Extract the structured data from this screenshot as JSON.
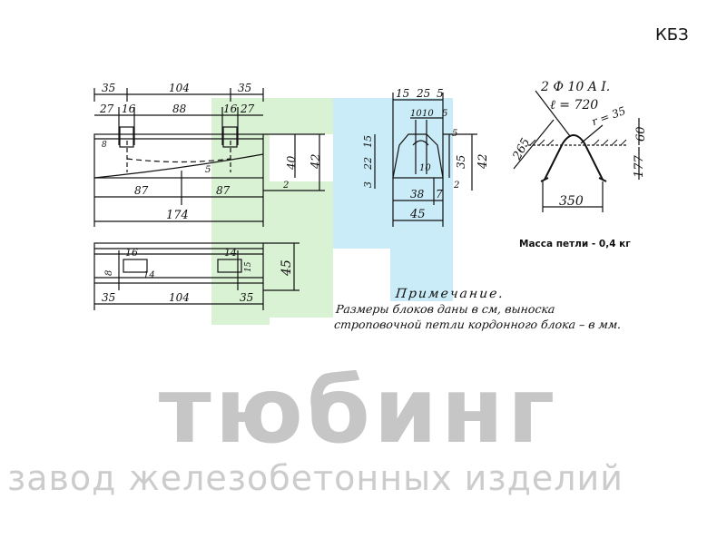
{
  "product_code": "КБЗ",
  "top_view": {
    "dims_top": [
      "35",
      "104",
      "35"
    ],
    "dims_second": [
      "27",
      "16",
      "88",
      "16",
      "27"
    ],
    "dims_bottom": [
      "87",
      "87"
    ],
    "dim_total": "174",
    "dims_right": [
      "40",
      "42"
    ],
    "label_2": "2",
    "label_8": "8",
    "label_5": "5"
  },
  "side_view": {
    "dims_top": [
      "15",
      "25",
      "5"
    ],
    "dims_second": [
      "10",
      "10",
      "5"
    ],
    "dims_left": [
      "3",
      "22",
      "15"
    ],
    "dims_right": [
      "35",
      "42",
      "5"
    ],
    "dims_bottom": [
      "38",
      "7"
    ],
    "dim_total": "45",
    "label_10": "10",
    "label_2": "2"
  },
  "plan_view": {
    "dims_left": [
      "16",
      "8"
    ],
    "dims_right": [
      "14",
      "15"
    ],
    "dim_height": "45",
    "dims_bottom": [
      "35",
      "104",
      "35"
    ],
    "label_14": "14"
  },
  "loop": {
    "rebar": "2 Ф 10 A I.",
    "length": "ℓ = 720",
    "radius": "r = 35",
    "dim_side": "265",
    "dim_height": "177",
    "dim_top": "60",
    "dim_base": "350"
  },
  "loop_mass": "Масса петли - 0,4 кг",
  "note": {
    "title": "Примечание.",
    "line1": "Размеры блоков даны в см, выноска",
    "line2": "строповочной петли кордонного блока – в мм."
  },
  "brand": {
    "name": "тюбинг",
    "tagline": "завод железобетонных изделий"
  },
  "colors": {
    "watermark_green": "#d9f2d3",
    "watermark_blue": "#c9ecf8",
    "brand_gray": "#b8b8b8",
    "line": "#111111"
  }
}
